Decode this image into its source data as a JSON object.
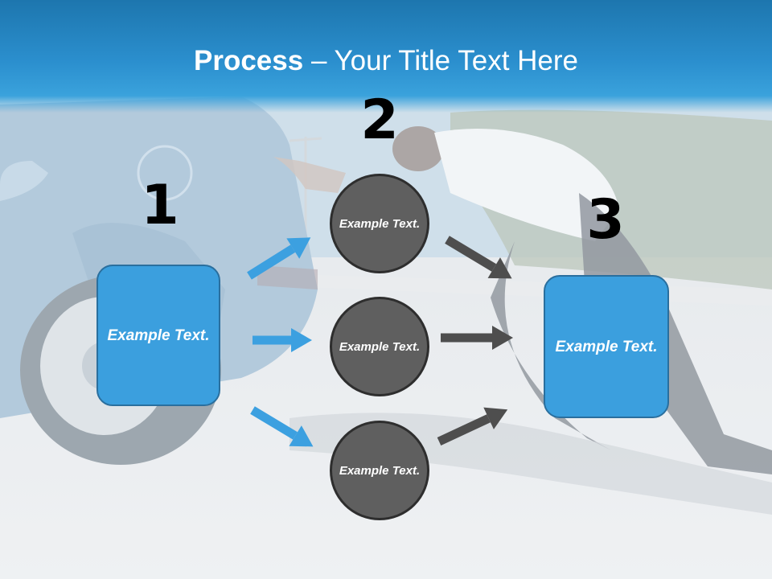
{
  "title": {
    "bold": "Process",
    "rest": " – Your Title Text Here"
  },
  "numbers": [
    "1",
    "2",
    "3"
  ],
  "left_box": {
    "text": "Example Text."
  },
  "circles": [
    {
      "text": "Example Text."
    },
    {
      "text": "Example Text."
    },
    {
      "text": "Example Text."
    }
  ],
  "right_box": {
    "text": "Example Text."
  },
  "colors": {
    "title_band": "#2b8fce",
    "box_fill": "#3b9fde",
    "box_border": "#2a6f9e",
    "circle_fill": "#5f5f5f",
    "circle_border": "#2e2e2e",
    "blue_arrow": "#3ca0e0",
    "gray_arrow": "#4e4e4e"
  }
}
